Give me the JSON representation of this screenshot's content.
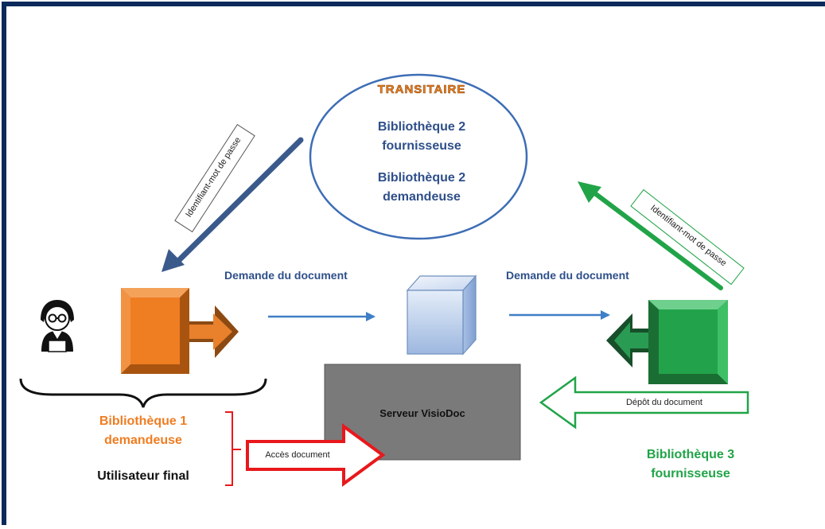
{
  "transitaire": {
    "title": "TRANSITAIRE",
    "lib2_supplier_line1": "Bibliothèque 2",
    "lib2_supplier_line2": "fournisseuse",
    "lib2_requester_line1": "Bibliothèque 2",
    "lib2_requester_line2": "demandeuse"
  },
  "flows": {
    "request_left": "Demande du document",
    "request_right": "Demande du document",
    "credentials_left": "Identifiant-mot de passe",
    "credentials_right": "Identifiant-mot de passe",
    "deposit": "Dépôt du document",
    "access": "Accès document"
  },
  "server": {
    "label": "Serveur VisioDoc"
  },
  "library1": {
    "line1": "Bibliothèque 1",
    "line2": "demandeuse",
    "end_user": "Utilisateur final"
  },
  "library3": {
    "line1": "Bibliothèque 3",
    "line2": "fournisseuse"
  },
  "colors": {
    "navy": "#0b2a5b",
    "blue_text": "#2e4f8a",
    "orange": "#ef7d22",
    "green": "#21a448",
    "red": "#e8181c",
    "arrow_blue": "#3f7fc6",
    "server_gray": "#7a7a7a"
  },
  "icons": [
    "user-icon",
    "cube-icon"
  ]
}
